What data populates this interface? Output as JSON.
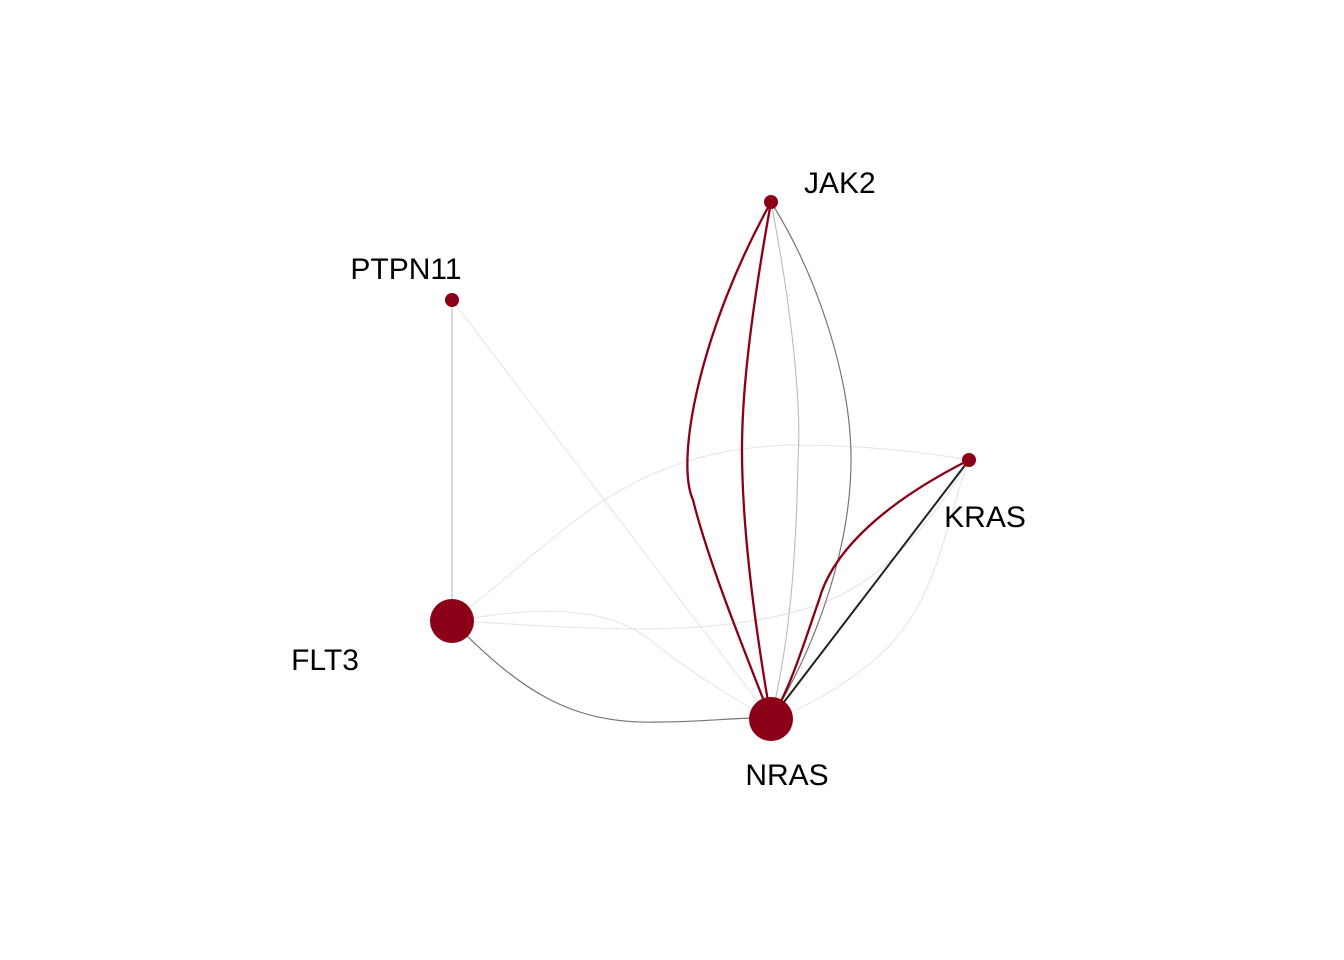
{
  "colors": {
    "node": "#8b0016",
    "edge_highlight": "#8b0016",
    "edge_dark": "#222222",
    "edge_mid": "#777777",
    "edge_light": "#bbbbbb",
    "edge_faint": "#e3e3e3"
  },
  "nodes": [
    {
      "id": "JAK2",
      "label": "JAK2",
      "size": "small"
    },
    {
      "id": "PTPN11",
      "label": "PTPN11",
      "size": "small"
    },
    {
      "id": "KRAS",
      "label": "KRAS",
      "size": "small"
    },
    {
      "id": "FLT3",
      "label": "FLT3",
      "size": "large"
    },
    {
      "id": "NRAS",
      "label": "NRAS",
      "size": "large"
    }
  ],
  "edges": [
    {
      "source": "JAK2",
      "target": "NRAS",
      "style": "highlight"
    },
    {
      "source": "JAK2",
      "target": "NRAS",
      "style": "highlight"
    },
    {
      "source": "JAK2",
      "target": "NRAS",
      "style": "light"
    },
    {
      "source": "JAK2",
      "target": "NRAS",
      "style": "mid"
    },
    {
      "source": "KRAS",
      "target": "NRAS",
      "style": "highlight"
    },
    {
      "source": "KRAS",
      "target": "NRAS",
      "style": "dark"
    },
    {
      "source": "KRAS",
      "target": "NRAS",
      "style": "faint"
    },
    {
      "source": "PTPN11",
      "target": "FLT3",
      "style": "light"
    },
    {
      "source": "PTPN11",
      "target": "NRAS",
      "style": "faint"
    },
    {
      "source": "FLT3",
      "target": "NRAS",
      "style": "mid"
    },
    {
      "source": "FLT3",
      "target": "NRAS",
      "style": "faint"
    },
    {
      "source": "FLT3",
      "target": "KRAS",
      "style": "faint"
    },
    {
      "source": "FLT3",
      "target": "KRAS",
      "style": "faint"
    }
  ]
}
